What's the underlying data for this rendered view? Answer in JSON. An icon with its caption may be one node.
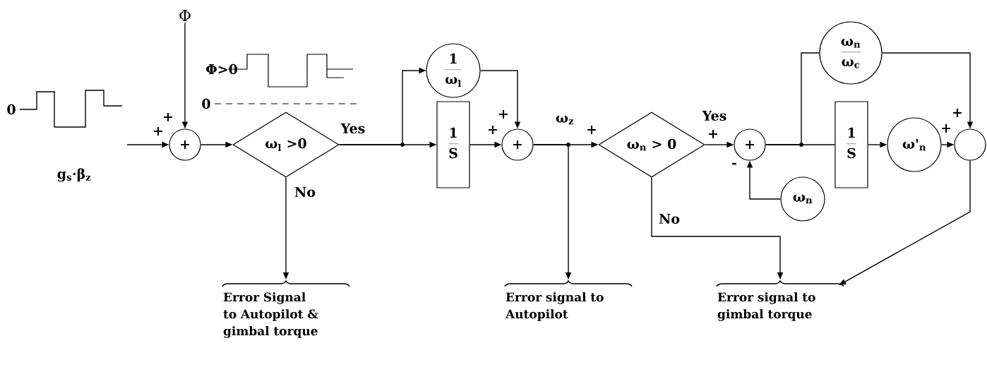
{
  "diagram": {
    "nodes": [
      {
        "text": [
          "+"
        ]
      },
      {
        "text": [
          "Φ"
        ]
      },
      {
        "text": [
          "ω$_{l}$ >0"
        ]
      },
      {
        "text": [
          "1",
          "ω$_{l}$"
        ]
      },
      {
        "text": [
          "1",
          "S"
        ]
      },
      {
        "text": [
          "+"
        ]
      },
      {
        "text": [
          "Error Signal to Autopilot & gimbal torque"
        ]
      },
      {
        "text": [
          "Error signal to Autopilot"
        ]
      },
      {
        "text": [
          "ω$_{n}$ > 0"
        ]
      },
      {
        "text": [
          "+"
        ]
      },
      {
        "text": [
          "ω$_{n}$",
          "ω$_{c}$"
        ]
      },
      {
        "text": [
          "1",
          "S"
        ]
      },
      {
        "text": [
          "ω'$_{n}$"
        ]
      },
      {
        "text": [
          "ω$_{n}$"
        ]
      },
      {
        "text": [],
        "shape": "circle"
      },
      {
        "text": [
          "Error signal to gimbal torque"
        ]
      }
    ],
    "edges": [
      {
        "from": null,
        "to": 0,
        "arrow": "to"
      },
      {
        "from": 1,
        "to": 0,
        "arrow": "to"
      },
      {
        "from": 0,
        "to": 2,
        "arrow": "to"
      },
      {
        "from": 2,
        "to": 4,
        "arrow": "to",
        "label": "Yes"
      },
      {
        "from": 2,
        "to": 3,
        "arrow": "to"
      },
      {
        "from": 2,
        "to": 6,
        "arrow": "to",
        "label": "No"
      },
      {
        "from": 4,
        "to": 5,
        "arrow": "to"
      },
      {
        "from": 3,
        "to": 5,
        "arrow": "to"
      },
      {
        "from": 5,
        "to": 8,
        "arrow": "to",
        "label": "ω$_{z}$"
      },
      {
        "from": 5,
        "to": 7,
        "arrow": "to"
      },
      {
        "from": 8,
        "to": 9,
        "arrow": "to",
        "label": "Yes"
      },
      {
        "from": 8,
        "to": 15,
        "arrow": "to",
        "label": "No"
      },
      {
        "from": 9,
        "to": 11,
        "arrow": "none"
      },
      {
        "from": 9,
        "to": 10,
        "arrow": "none"
      },
      {
        "from": 13,
        "to": 9,
        "arrow": "to"
      },
      {
        "from": 11,
        "to": 12,
        "arrow": "to"
      },
      {
        "from": 12,
        "to": 14,
        "arrow": "to"
      },
      {
        "from": 10,
        "to": 14,
        "arrow": "to"
      },
      {
        "from": 14,
        "to": 15,
        "arrow": "to"
      }
    ],
    "labels": [
      "0",
      "g$_{s}$·β$_{z}$",
      "Φ>0",
      "0",
      "+",
      "+",
      "+",
      "+",
      "+",
      "+",
      "-",
      "+",
      "+"
    ]
  }
}
